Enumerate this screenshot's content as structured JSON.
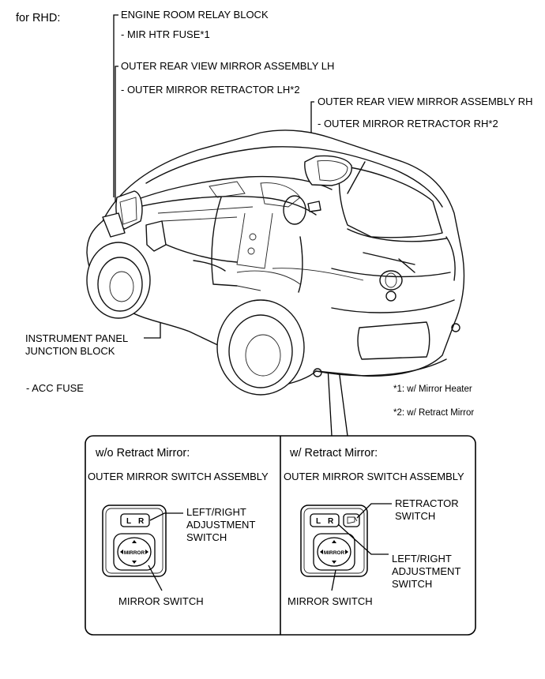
{
  "header": {
    "variant": "for RHD:"
  },
  "labels": {
    "engine_relay": "ENGINE ROOM RELAY BLOCK",
    "mir_htr_fuse": "- MIR HTR FUSE*1",
    "mirror_lh": "OUTER REAR VIEW MIRROR ASSEMBLY LH",
    "retractor_lh": "- OUTER MIRROR RETRACTOR LH*2",
    "mirror_rh": "OUTER REAR VIEW MIRROR ASSEMBLY RH",
    "retractor_rh": "- OUTER MIRROR RETRACTOR RH*2",
    "ipjb_line1": "INSTRUMENT PANEL",
    "ipjb_line2": "JUNCTION BLOCK",
    "acc_fuse": "- ACC FUSE"
  },
  "footnotes": {
    "note1": "*1: w/ Mirror Heater",
    "note2": "*2: w/ Retract Mirror"
  },
  "panels": {
    "left": {
      "title": "w/o Retract Mirror:",
      "assembly": "OUTER MIRROR SWITCH ASSEMBLY",
      "lr_line1": "LEFT/RIGHT",
      "lr_line2": "ADJUSTMENT",
      "lr_line3": "SWITCH",
      "mirror_switch": "MIRROR SWITCH"
    },
    "right": {
      "title": "w/ Retract Mirror:",
      "assembly": "OUTER MIRROR SWITCH ASSEMBLY",
      "retractor_line1": "RETRACTOR",
      "retractor_line2": "SWITCH",
      "lr_line1": "LEFT/RIGHT",
      "lr_line2": "ADJUSTMENT",
      "lr_line3": "SWITCH",
      "mirror_switch": "MIRROR SWITCH"
    }
  },
  "switch": {
    "l": "L",
    "r": "R",
    "mirror": "MIRROR"
  }
}
